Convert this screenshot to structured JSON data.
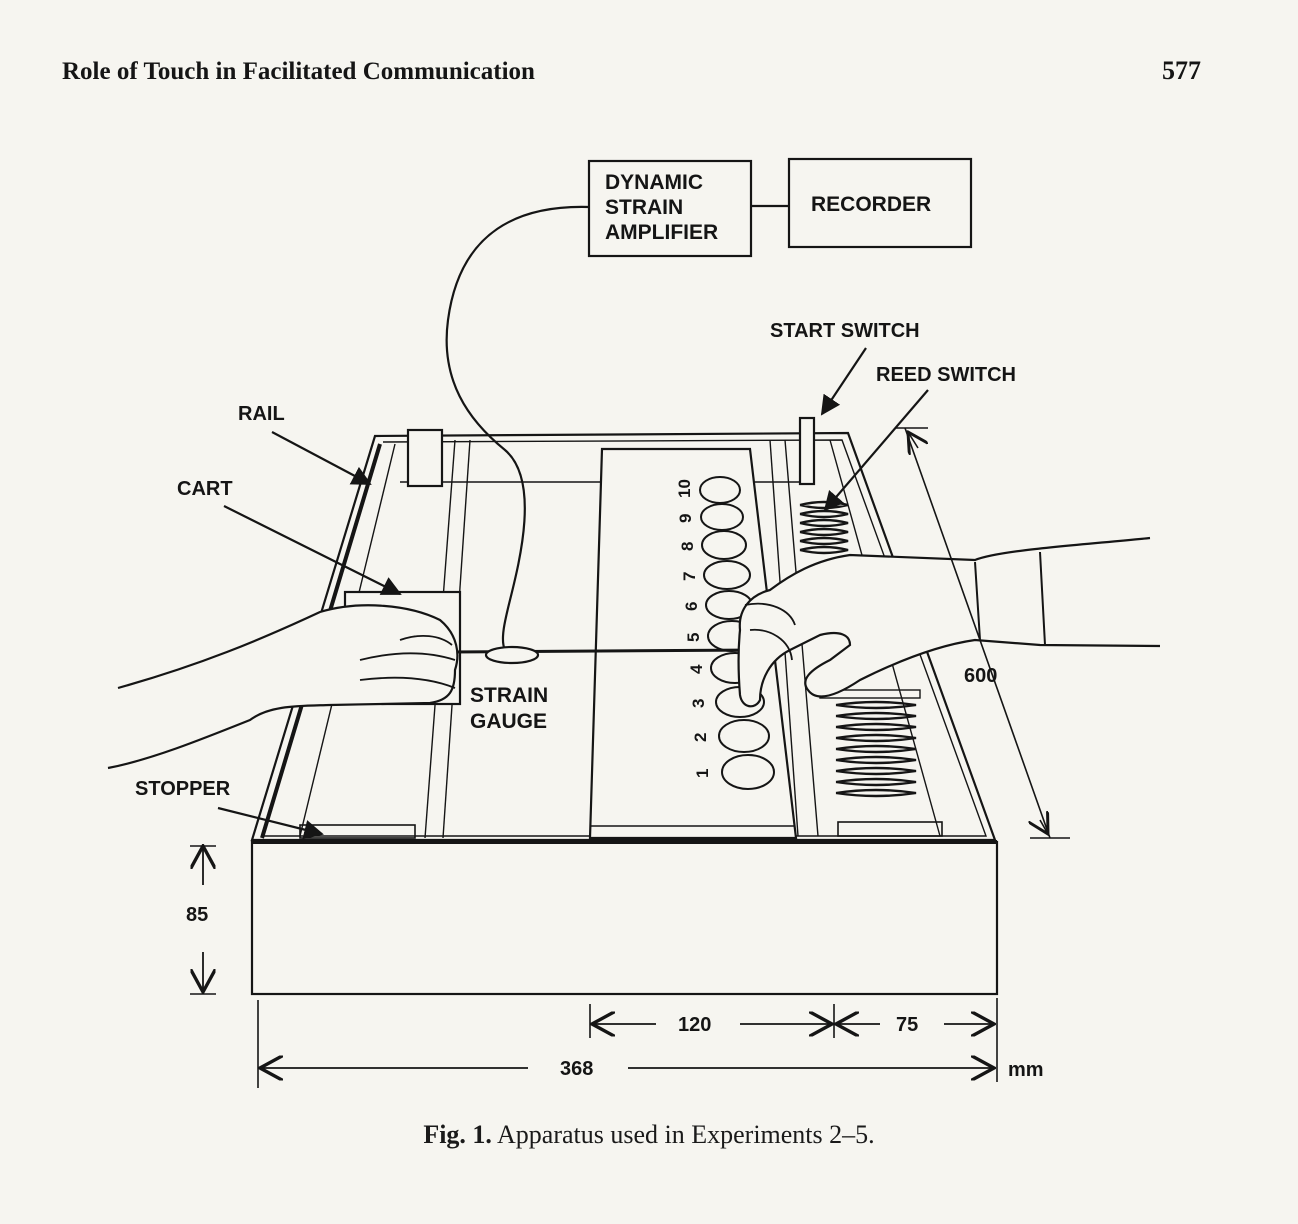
{
  "header": {
    "running_title": "Role of Touch in Facilitated Communication",
    "page_number": "577"
  },
  "figure": {
    "boxes": {
      "amplifier_line1": "DYNAMIC",
      "amplifier_line2": "STRAIN",
      "amplifier_line3": "AMPLIFIER",
      "recorder": "RECORDER"
    },
    "labels": {
      "start_switch": "START SWITCH",
      "reed_switch": "REED SWITCH",
      "rail": "RAIL",
      "cart": "CART",
      "strain_line1": "STRAIN",
      "strain_line2": "GAUGE",
      "stopper": "STOPPER"
    },
    "dimensions": {
      "height": "85",
      "depth": "600",
      "inner": "120",
      "side": "75",
      "width": "368",
      "unit": "mm"
    },
    "target_numbers": [
      "1",
      "2",
      "3",
      "4",
      "5",
      "6",
      "7",
      "8",
      "9",
      "10"
    ]
  },
  "caption": {
    "label": "Fig. 1.",
    "text": " Apparatus used in Experiments 2–5."
  }
}
